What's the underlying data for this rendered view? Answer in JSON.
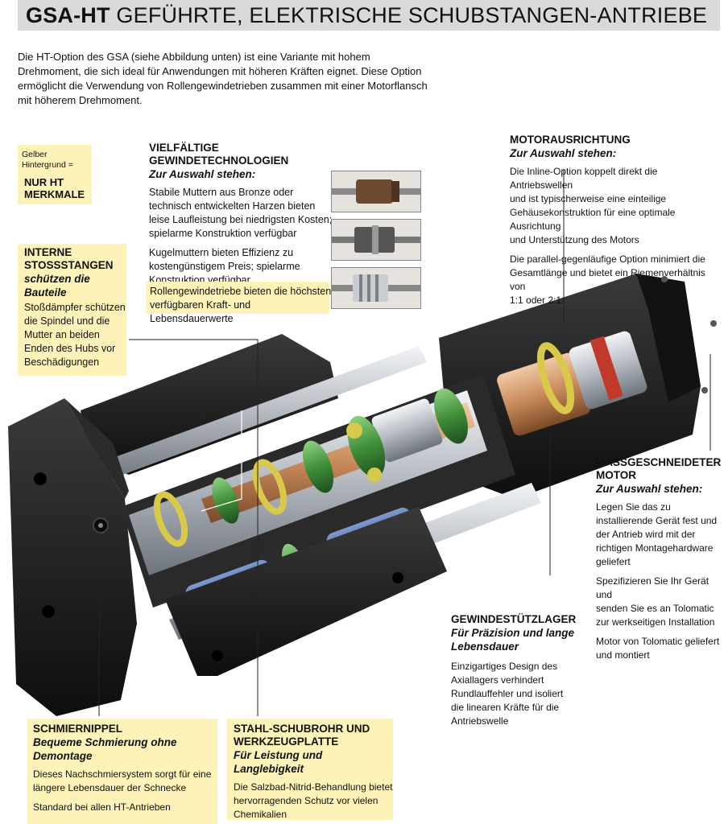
{
  "header": {
    "title_bold": "GSA-HT",
    "title_rest": " GEFÜHRTE, ELEKTRISCHE SCHUBSTANGEN-ANTRIEBE"
  },
  "intro": "Die HT-Option des GSA (siehe Abbildung unten) ist eine Variante mit hohem Drehmoment, die sich ideal für Anwendungen mit höheren Kräften eignet. Diese Option ermöglicht die Verwendung von Rollengewindetrieben zusammen mit einer Motorflansch mit höherem Drehmoment.",
  "legend": {
    "line1": "Gelber",
    "line2": "Hintergrund =",
    "label1": "NUR HT",
    "label2": "MERKMALE"
  },
  "interne": {
    "title1": "INTERNE",
    "title2": "STOSSSTANGEN",
    "sub1": "schützen die",
    "sub2": "Bauteile",
    "text": [
      "Stoßdämpfer schützen",
      "die Spindel und die",
      "Mutter an beiden",
      "Enden des Hubs vor",
      "Beschädigungen"
    ]
  },
  "gewinde": {
    "title": "VIELFÄLTIGE GEWINDETECHNOLOGIEN",
    "sub": "Zur Auswahl stehen:",
    "p1": [
      "Stabile Muttern aus Bronze oder",
      "technisch entwickelten Harzen bieten",
      "leise Laufleistung bei niedrigsten Kosten;",
      "spielarme Konstruktion verfügbar"
    ],
    "p2": [
      "Kugelmuttern bieten Effizienz zu",
      "kostengünstigem Preis; spielarme",
      "Konstruktion verfügbar"
    ],
    "p3": [
      "Rollengewindetriebe bieten die höchsten",
      "verfügbaren Kraft- und Lebensdauerwerte"
    ]
  },
  "motor_ausrichtung": {
    "title": "MOTORAUSRICHTUNG",
    "sub": "Zur Auswahl stehen:",
    "p1": [
      "Die Inline-Option koppelt direkt die Antriebswellen",
      "und ist typischerweise eine einteilige",
      "Gehäusekonstruktion für eine optimale Ausrichtung",
      "und Unterstützung des Motors"
    ],
    "p2": [
      "Die parallel-gegenläufige Option minimiert die",
      "Gesamtlänge und bietet ein Riemenverhältnis von",
      "1:1 oder 2:1."
    ]
  },
  "massmotor": {
    "title1": "MASSGESCHNEIDETER",
    "title2": "MOTOR",
    "sub": "Zur Auswahl stehen:",
    "p1": [
      "Legen Sie das zu",
      "installierende Gerät fest und",
      "der Antrieb wird mit der",
      "richtigen Montagehardware",
      "geliefert"
    ],
    "p2": [
      "Spezifizieren Sie Ihr Gerät und",
      "senden Sie es an Tolomatic",
      "zur werkseitigen Installation"
    ],
    "p3": [
      "Motor von Tolomatic geliefert",
      "und montiert"
    ]
  },
  "stuetzlager": {
    "title": "GEWINDESTÜTZLAGER",
    "sub1": "Für Präzision und lange",
    "sub2": "Lebensdauer",
    "text": [
      "Einzigartiges Design des",
      "Axiallagers verhindert",
      "Rundlauffehler und isoliert",
      "die linearen Kräfte für die",
      "Antriebswelle"
    ]
  },
  "schmier": {
    "title": "SCHMIERNIPPEL",
    "sub1": "Bequeme Schmierung ohne",
    "sub2": "Demontage",
    "p1": [
      "Dieses Nachschmiersystem sorgt für eine",
      "längere Lebensdauer der Schnecke"
    ],
    "p2": [
      "Standard bei allen HT-Antrieben"
    ]
  },
  "stahl": {
    "title1": "STAHL-SCHUBROHR UND",
    "title2": "WERKZEUGPLATTE",
    "sub": "Für Leistung und Langlebigkeit",
    "text": [
      "Die Salzbad-Nitrid-Behandlung bietet",
      "hervorragenden Schutz vor vielen",
      "Chemikalien"
    ]
  },
  "colors": {
    "highlight": "#fdf3b8",
    "titlebar": "#d9d9d9",
    "body_black": "#1c1c1c",
    "rail_steel": "#c8ccd2",
    "bearing_blue": "#3d5a96",
    "seal_green": "#3f8f3a",
    "ring_yellow": "#d9c94a",
    "coupling_copper": "#c98a5a",
    "coupling_red": "#c0392b"
  }
}
